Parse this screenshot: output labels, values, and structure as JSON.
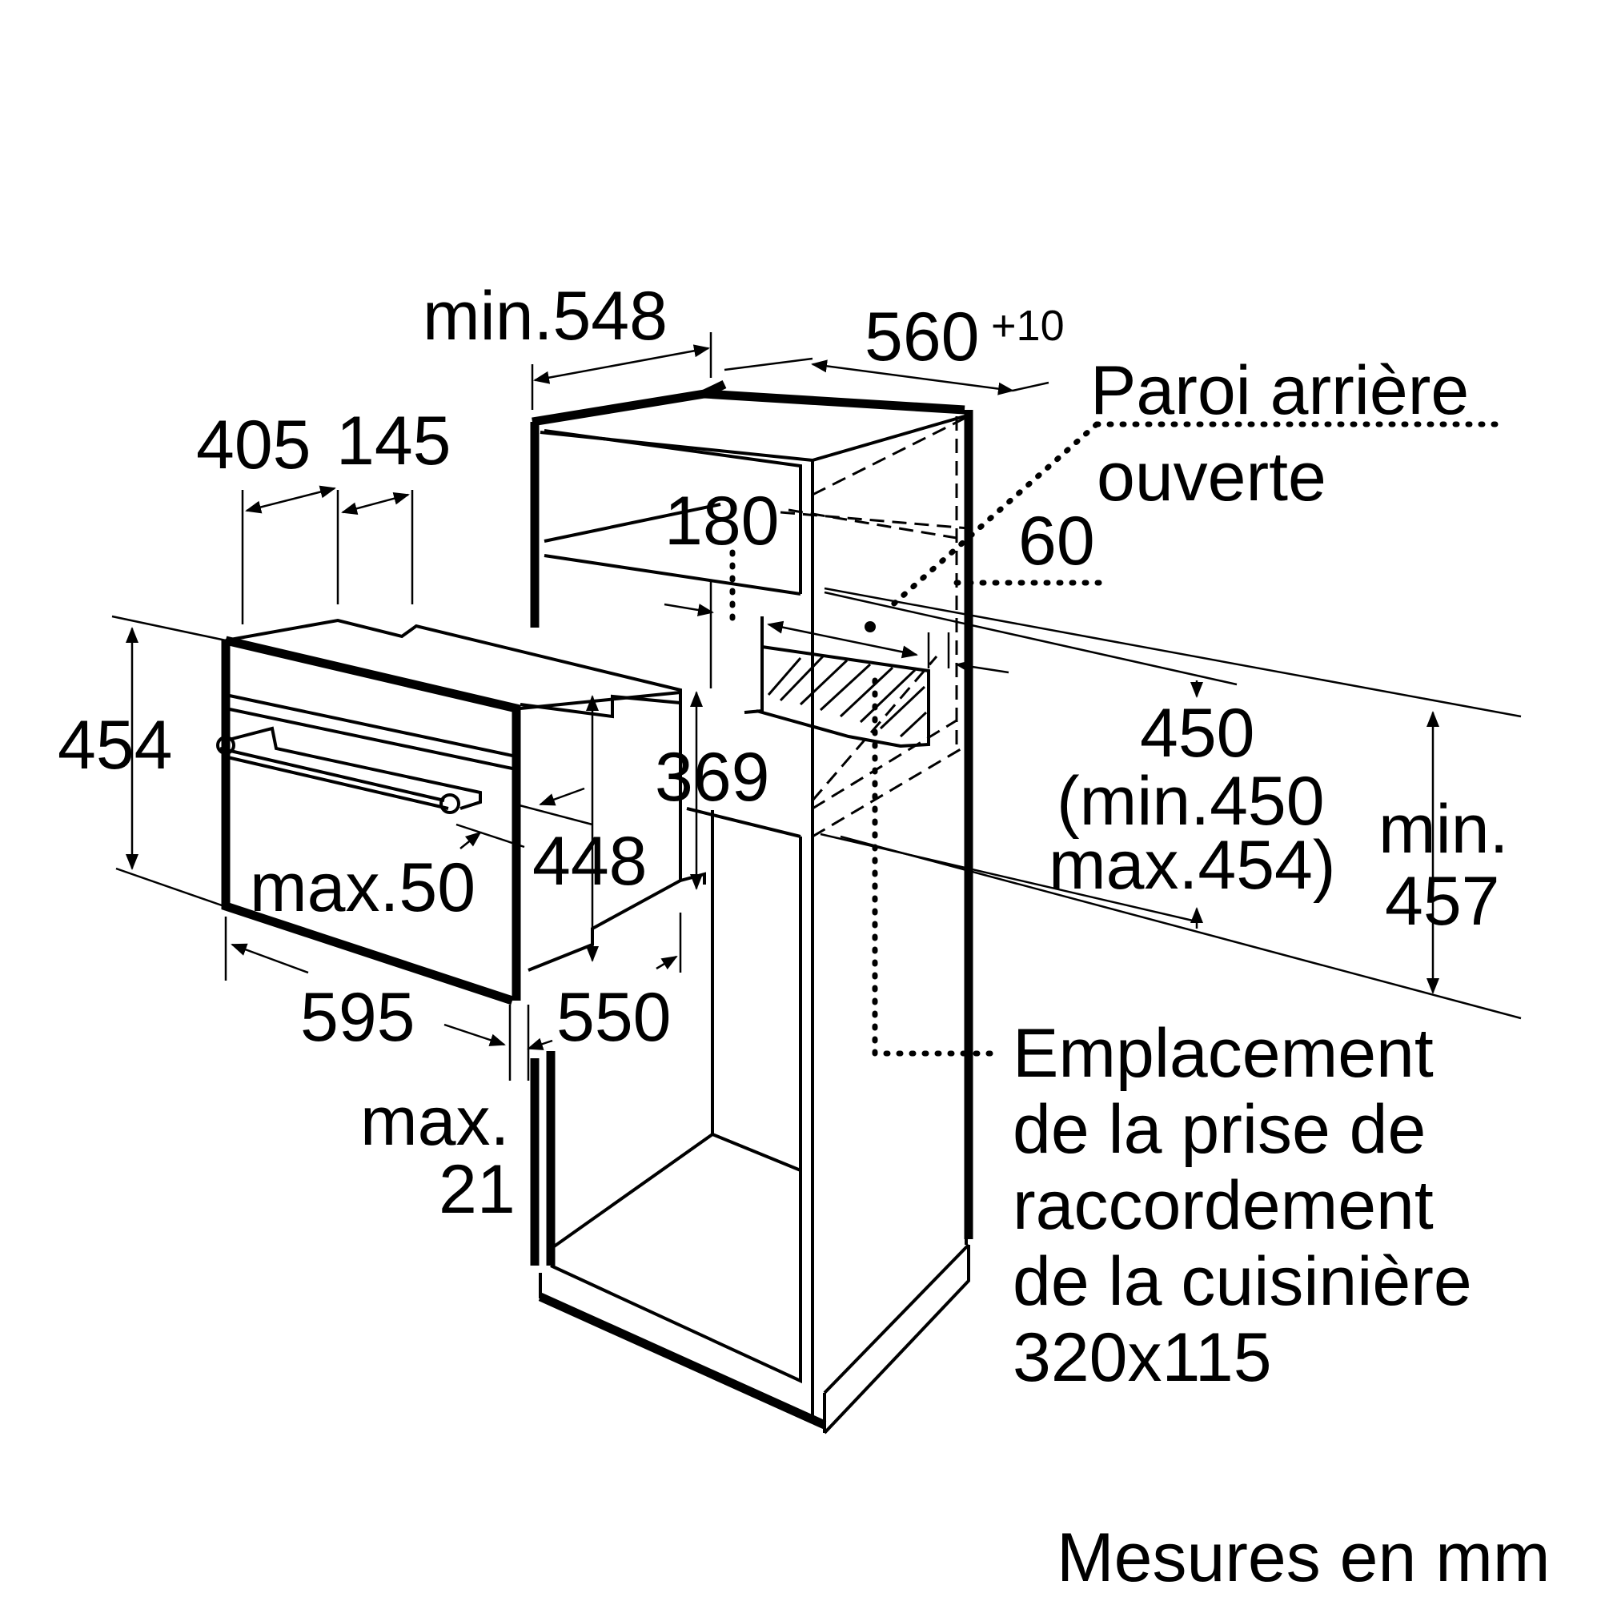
{
  "diagram": {
    "colors": {
      "ink": "#000000",
      "background": "#ffffff"
    },
    "labels": {
      "min_548": "min.548",
      "width_560": "560",
      "width_560_tol": "+10",
      "paroi_1": "Paroi arrière",
      "paroi_2": "ouverte",
      "d405": "405",
      "d145": "145",
      "d180": "180",
      "d60": "60",
      "d454": "454",
      "d369": "369",
      "d450": "450",
      "d450_min": "(min.450",
      "d450_max": "max.454)",
      "min_457_1": "min.",
      "min_457_2": "457",
      "d448": "448",
      "max50": "max.50",
      "d595": "595",
      "d550": "550",
      "max21_1": "max.",
      "max21_2": "21",
      "socket_1": "Emplacement",
      "socket_2": "de la prise de",
      "socket_3": "raccordement",
      "socket_4": "de la cuisinière",
      "socket_5": "320x115",
      "units": "Mesures en mm"
    }
  }
}
